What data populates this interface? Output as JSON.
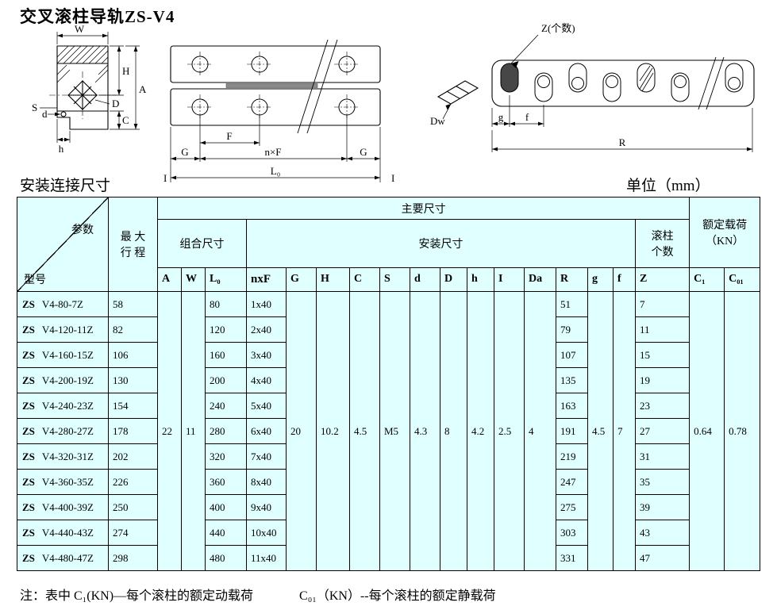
{
  "page": {
    "title": "交叉滚柱导轨ZS-V4",
    "section_label": "安装连接尺寸",
    "unit_label": "单位（mm）",
    "note1": "注：表中 C₁(KN)—每个滚柱的额定动载荷",
    "note2": "C₀₁（KN）--每个滚柱的额定静载荷"
  },
  "drawings": {
    "section": {
      "W": "W",
      "H": "H",
      "A": "A",
      "S": "S",
      "d": "d",
      "D": "D",
      "C": "C",
      "h": "h"
    },
    "plan": {
      "F": "F",
      "G_left": "G",
      "nxF": "n×F",
      "G_right": "G",
      "L0": "L₀",
      "I_left": "I",
      "I_right": "I"
    },
    "side": {
      "Z": "Z(个数)",
      "Dw": "Dw",
      "g": "g",
      "f": "f",
      "R": "R"
    }
  },
  "table": {
    "header": {
      "corner_top": "参数",
      "corner_bottom": "型号",
      "stroke_line1": "最 大",
      "stroke_line2": "行 程",
      "main": "主要尺寸",
      "combo": "组合尺寸",
      "install": "安装尺寸",
      "roller_line1": "滚柱",
      "roller_line2": "个数",
      "rated_line1": "额定载荷",
      "rated_line2": "（KN）",
      "cols": {
        "A": "A",
        "W": "W",
        "L0": "L₀",
        "nxF": "nxF",
        "G": "G",
        "H": "H",
        "C": "C",
        "S": "S",
        "d": "d",
        "D": "D",
        "h": "h",
        "I": "I",
        "Da": "Da",
        "R": "R",
        "g": "g",
        "f": "f",
        "Z": "Z",
        "C1": "C₁",
        "C01": "C₀₁"
      }
    },
    "shared": {
      "A": "22",
      "W": "11",
      "G": "20",
      "H": "10.2",
      "C": "4.5",
      "S": "M5",
      "d": "4.3",
      "D": "8",
      "h": "4.2",
      "I": "2.5",
      "Da": "4",
      "g": "4.5",
      "f": "7",
      "C1": "0.64",
      "C01": "0.78"
    },
    "rows": [
      {
        "zs": "ZS",
        "model": "V4-80-7Z",
        "stroke": "58",
        "L0": "80",
        "nxF": "1x40",
        "R": "51",
        "Z": "7"
      },
      {
        "zs": "ZS",
        "model": "V4-120-11Z",
        "stroke": "82",
        "L0": "120",
        "nxF": "2x40",
        "R": "79",
        "Z": "11"
      },
      {
        "zs": "ZS",
        "model": "V4-160-15Z",
        "stroke": "106",
        "L0": "160",
        "nxF": "3x40",
        "R": "107",
        "Z": "15"
      },
      {
        "zs": "ZS",
        "model": "V4-200-19Z",
        "stroke": "130",
        "L0": "200",
        "nxF": "4x40",
        "R": "135",
        "Z": "19"
      },
      {
        "zs": "ZS",
        "model": "V4-240-23Z",
        "stroke": "154",
        "L0": "240",
        "nxF": "5x40",
        "R": "163",
        "Z": "23"
      },
      {
        "zs": "ZS",
        "model": "V4-280-27Z",
        "stroke": "178",
        "L0": "280",
        "nxF": "6x40",
        "R": "191",
        "Z": "27"
      },
      {
        "zs": "ZS",
        "model": "V4-320-31Z",
        "stroke": "202",
        "L0": "320",
        "nxF": "7x40",
        "R": "219",
        "Z": "31"
      },
      {
        "zs": "ZS",
        "model": "V4-360-35Z",
        "stroke": "226",
        "L0": "360",
        "nxF": "8x40",
        "R": "247",
        "Z": "35"
      },
      {
        "zs": "ZS",
        "model": "V4-400-39Z",
        "stroke": "250",
        "L0": "400",
        "nxF": "9x40",
        "R": "275",
        "Z": "39"
      },
      {
        "zs": "ZS",
        "model": "V4-440-43Z",
        "stroke": "274",
        "L0": "440",
        "nxF": "10x40",
        "R": "303",
        "Z": "43"
      },
      {
        "zs": "ZS",
        "model": "V4-480-47Z",
        "stroke": "298",
        "L0": "480",
        "nxF": "11x40",
        "R": "331",
        "Z": "47"
      }
    ]
  }
}
